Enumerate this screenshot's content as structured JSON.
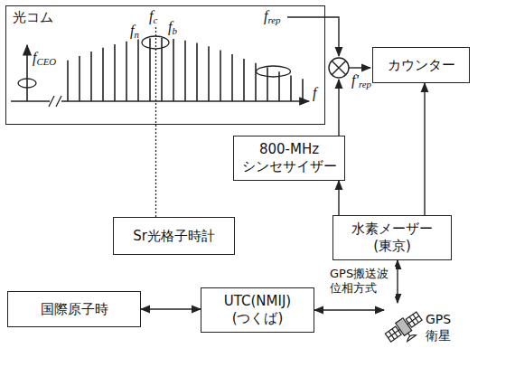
{
  "diagram": {
    "nodes": [
      {
        "text": [
          "光コム"
        ]
      },
      {
        "text": [
          "カウンター"
        ]
      },
      {
        "text": [
          "800-MHz シンセサイザー"
        ]
      },
      {
        "text": [
          "Sr光格子時計"
        ]
      },
      {
        "text": [
          "水素メーザー (東京)"
        ]
      },
      {
        "text": [
          "国際原子時"
        ]
      },
      {
        "text": [
          "UTC(NMIJ) (つくば)"
        ]
      },
      {
        "text": [
          "GPS 衛星"
        ]
      }
    ],
    "edges": [
      {
        "from": 3,
        "to": 0,
        "arrow": "none"
      },
      {
        "from": 4,
        "to": 2,
        "arrow": "to"
      },
      {
        "from": 4,
        "to": 1,
        "arrow": "to"
      },
      {
        "from": 4,
        "to": 7,
        "arrow": "both",
        "label": "GPS搬送波 位相方式"
      },
      {
        "from": 6,
        "to": 7,
        "arrow": "both"
      },
      {
        "from": 5,
        "to": 6,
        "arrow": "both"
      }
    ],
    "labels": [
      "fCEO",
      "fn",
      "fc",
      "fb",
      "frep",
      "f",
      "f'rep"
    ]
  }
}
